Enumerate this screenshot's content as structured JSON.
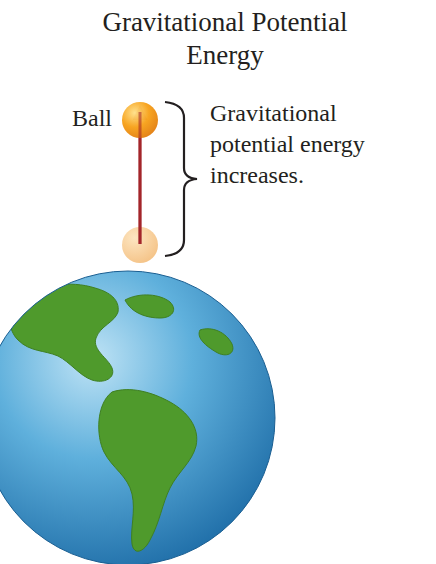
{
  "diagram": {
    "title": "Gravitational Potential Energy",
    "labels": [
      "Ball",
      "Gravitational potential energy increases."
    ]
  }
}
